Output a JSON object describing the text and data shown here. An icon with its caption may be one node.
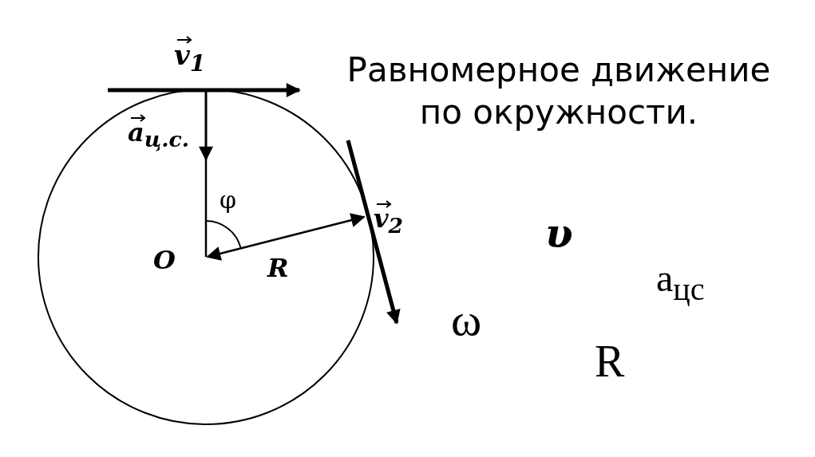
{
  "diagram": {
    "title": "Равномерное движение по окружности.",
    "labels": [
      "v$_{1}$",
      "a$_{ц.с.}$",
      "φ",
      "v$_{2}$",
      "υ",
      "O",
      "R",
      "a$_{цс}$",
      "ω",
      "R"
    ]
  }
}
